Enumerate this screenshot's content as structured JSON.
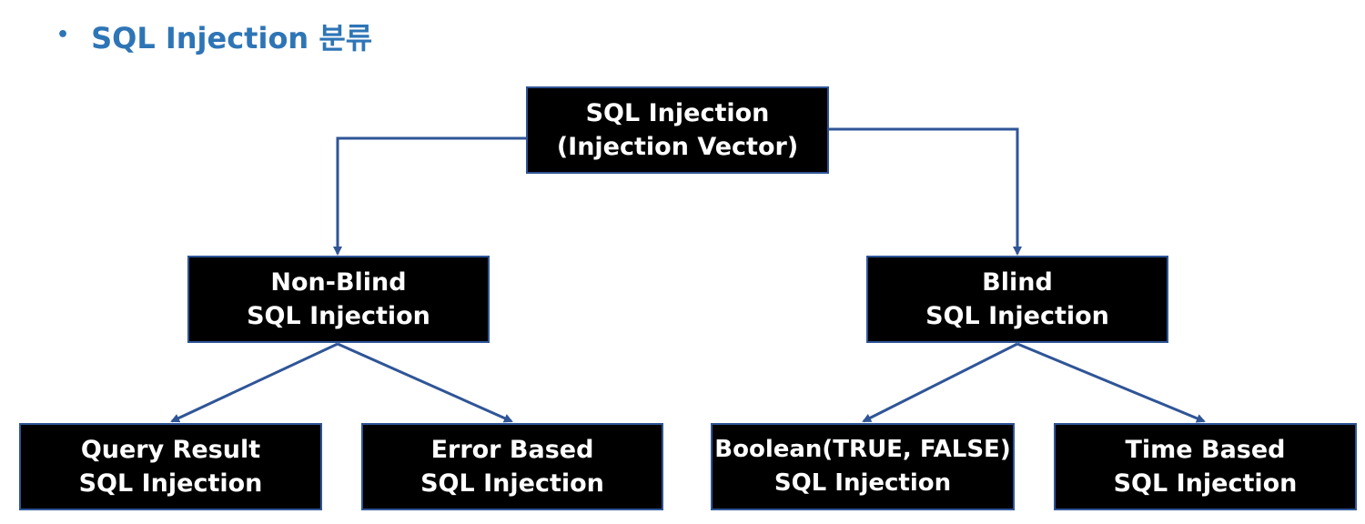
{
  "slide": {
    "bullet": "•",
    "title": "SQL Injection 분류"
  },
  "colors": {
    "title": "#2e75b6",
    "box_fill": "#000000",
    "box_border": "#2f5597",
    "connector": "#2f5597",
    "box_text": "#ffffff"
  },
  "diagram": {
    "root": {
      "line1": "SQL Injection",
      "line2": "(Injection Vector)"
    },
    "non_blind": {
      "line1": "Non-Blind",
      "line2": "SQL Injection"
    },
    "blind": {
      "line1": "Blind",
      "line2": "SQL Injection"
    },
    "query_result": {
      "line1": "Query Result",
      "line2": "SQL Injection"
    },
    "error_based": {
      "line1": "Error Based",
      "line2": "SQL Injection"
    },
    "boolean": {
      "line1": "Boolean(TRUE, FALSE)",
      "line2": "SQL Injection"
    },
    "time_based": {
      "line1": "Time Based",
      "line2": "SQL Injection"
    },
    "edges": [
      [
        "root",
        "non_blind"
      ],
      [
        "root",
        "blind"
      ],
      [
        "non_blind",
        "query_result"
      ],
      [
        "non_blind",
        "error_based"
      ],
      [
        "blind",
        "boolean"
      ],
      [
        "blind",
        "time_based"
      ]
    ]
  }
}
